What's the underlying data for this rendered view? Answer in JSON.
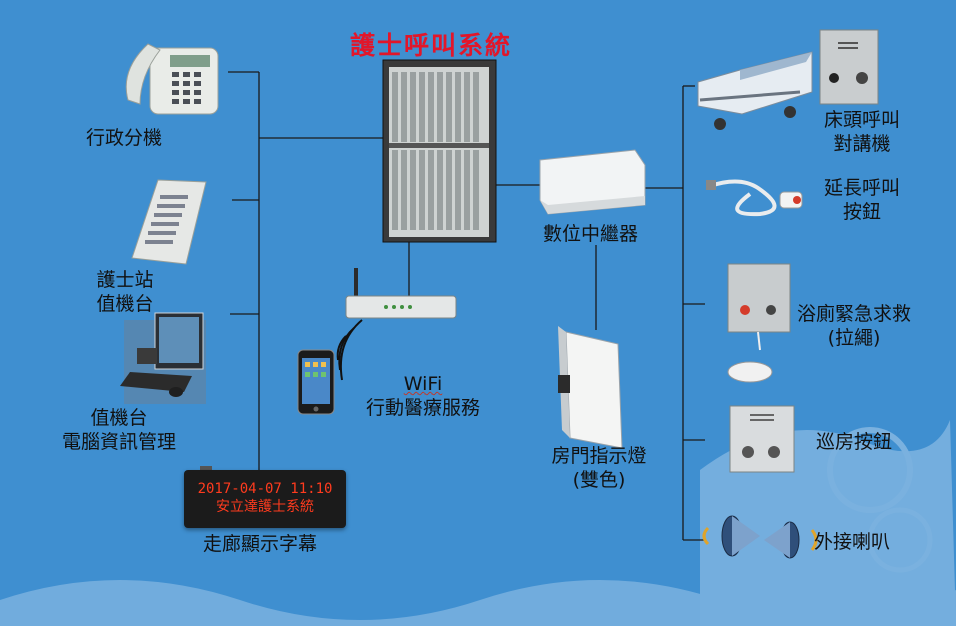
{
  "title": "護士呼叫系統",
  "nodes": {
    "admin_phone": "行政分機",
    "nurse_station": [
      "護士站",
      "值機台"
    ],
    "computer": [
      "值機台",
      "電腦資訊管理"
    ],
    "corridor_display": "走廊顯示字幕",
    "ticker": [
      "2017-04-07 11:10",
      "安立達護士系統"
    ],
    "wifi": [
      "WiFi",
      "行動醫療服務"
    ],
    "relay": "數位中繼器",
    "door_light": [
      "房門指示燈",
      "(雙色)"
    ],
    "bedside": [
      "床頭呼叫",
      "對講機"
    ],
    "extension": [
      "延長呼叫",
      "按鈕"
    ],
    "bathroom": [
      "浴廁緊急求救",
      "(拉繩)"
    ],
    "rounds": "巡房按鈕",
    "speaker": "外接喇叭"
  },
  "colors": {
    "background": "#3f8fd0",
    "line": "#1a1a1a",
    "title": "#e2162a",
    "ticker_text": "#ff3b1e"
  }
}
